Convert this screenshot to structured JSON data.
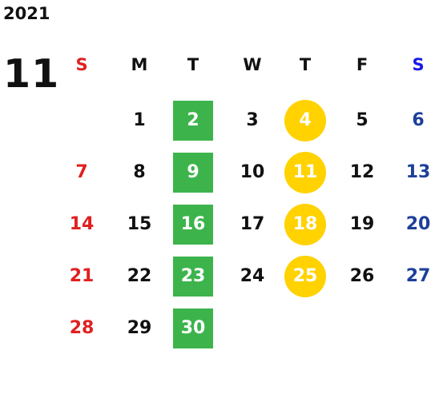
{
  "calendar": {
    "year": "2021",
    "month": "11",
    "weekdays": [
      "S",
      "M",
      "T",
      "W",
      "T",
      "F",
      "S"
    ],
    "weeks": [
      [
        "",
        "1",
        "2",
        "3",
        "4",
        "5",
        "6"
      ],
      [
        "7",
        "8",
        "9",
        "10",
        "11",
        "12",
        "13"
      ],
      [
        "14",
        "15",
        "16",
        "17",
        "18",
        "19",
        "20"
      ],
      [
        "21",
        "22",
        "23",
        "24",
        "25",
        "26",
        "27"
      ],
      [
        "28",
        "29",
        "30",
        "",
        "",
        "",
        ""
      ]
    ],
    "colors": {
      "sunday": "#e02020",
      "saturday": "#1e3f9a",
      "saturday_header": "#1a1ae6",
      "weekday": "#111111",
      "tuesday_highlight": "#3cb44b",
      "thursday_highlight": "#ffd200"
    },
    "highlights": {
      "tuesday_squares": [
        "2",
        "9",
        "16",
        "23",
        "30"
      ],
      "thursday_circles": [
        "4",
        "11",
        "18",
        "25"
      ]
    }
  }
}
